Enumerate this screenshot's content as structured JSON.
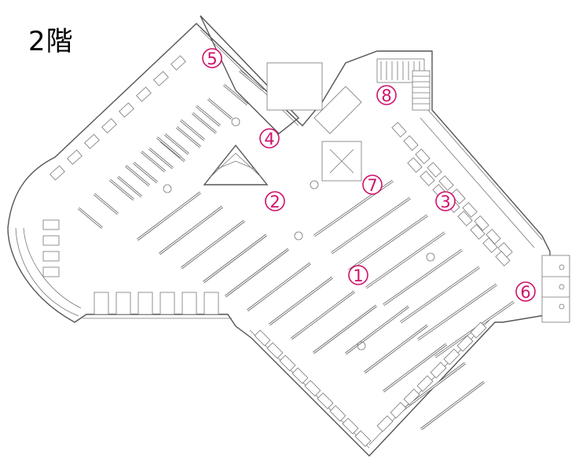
{
  "floor": {
    "label": "2階"
  },
  "areas": [
    {
      "id": "area-1",
      "number": "1"
    },
    {
      "id": "area-2",
      "number": "2"
    },
    {
      "id": "area-3",
      "number": "3"
    },
    {
      "id": "area-4",
      "number": "4"
    },
    {
      "id": "area-5",
      "number": "5"
    },
    {
      "id": "area-6",
      "number": "6"
    },
    {
      "id": "area-7",
      "number": "7"
    },
    {
      "id": "area-8",
      "number": "8"
    }
  ],
  "colors": {
    "marker": "#d0106b",
    "lines": "#555555",
    "background": "#ffffff"
  }
}
